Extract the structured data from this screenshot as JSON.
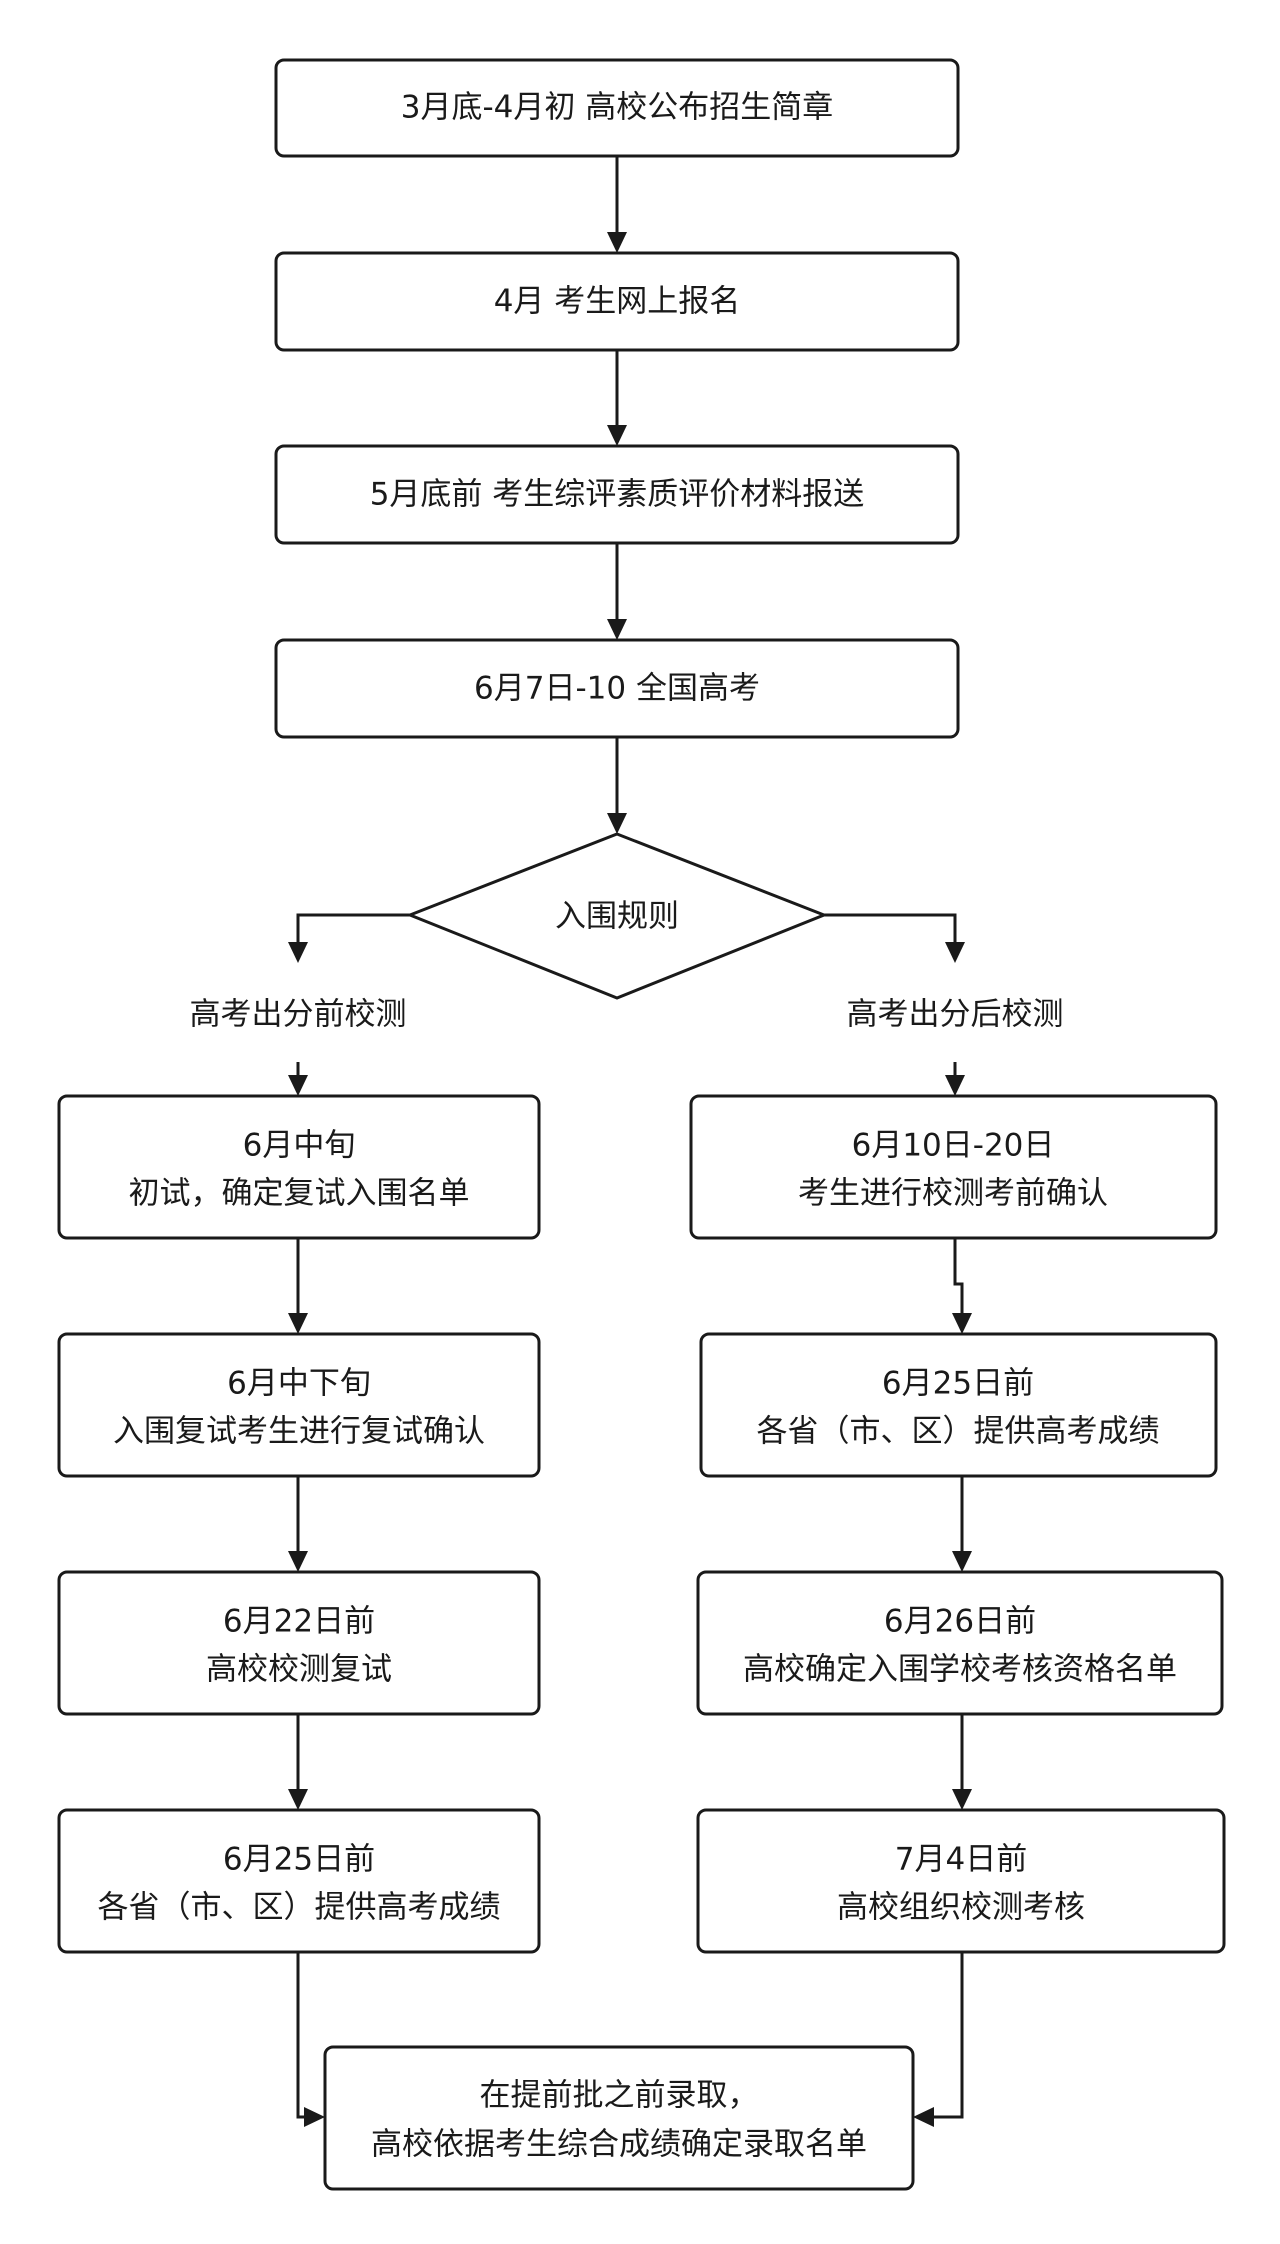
{
  "nodes": {
    "step1": {
      "lines": [
        "3月底-4月初 高校公布招生简章"
      ]
    },
    "step2": {
      "lines": [
        "4月 考生网上报名"
      ]
    },
    "step3": {
      "lines": [
        "5月底前 考生综评素质评价材料报送"
      ]
    },
    "step4": {
      "lines": [
        "6月7日-10 全国高考"
      ]
    },
    "decision": {
      "lines": [
        "入围规则"
      ]
    },
    "left1": {
      "lines": [
        "6月中旬",
        "初试，确定复试入围名单"
      ]
    },
    "left2": {
      "lines": [
        "6月中下旬",
        "入围复试考生进行复试确认"
      ]
    },
    "left3": {
      "lines": [
        "6月22日前",
        "高校校测复试"
      ]
    },
    "left4": {
      "lines": [
        "6月25日前",
        "各省（市、区）提供高考成绩"
      ]
    },
    "right1": {
      "lines": [
        "6月10日-20日",
        "考生进行校测考前确认"
      ]
    },
    "right2": {
      "lines": [
        "6月25日前",
        "各省（市、区）提供高考成绩"
      ]
    },
    "right3": {
      "lines": [
        "6月26日前",
        "高校确定入围学校考核资格名单"
      ]
    },
    "right4": {
      "lines": [
        "7月4日前",
        "高校组织校测考核"
      ]
    },
    "final": {
      "lines": [
        "在提前批之前录取，",
        "高校依据考生综合成绩确定录取名单"
      ]
    }
  },
  "branches": {
    "left": {
      "label": "高考出分前校测"
    },
    "right": {
      "label": "高考出分后校测"
    }
  },
  "edges": [
    {
      "from": "step1",
      "to": "step2"
    },
    {
      "from": "step2",
      "to": "step3"
    },
    {
      "from": "step3",
      "to": "step4"
    },
    {
      "from": "step4",
      "to": "decision"
    },
    {
      "from": "decision",
      "to": "left1",
      "label": "高考出分前校测"
    },
    {
      "from": "decision",
      "to": "right1",
      "label": "高考出分后校测"
    },
    {
      "from": "left1",
      "to": "left2"
    },
    {
      "from": "left2",
      "to": "left3"
    },
    {
      "from": "left3",
      "to": "left4"
    },
    {
      "from": "left4",
      "to": "final"
    },
    {
      "from": "right1",
      "to": "right2"
    },
    {
      "from": "right2",
      "to": "right3"
    },
    {
      "from": "right3",
      "to": "right4"
    },
    {
      "from": "right4",
      "to": "final"
    }
  ]
}
